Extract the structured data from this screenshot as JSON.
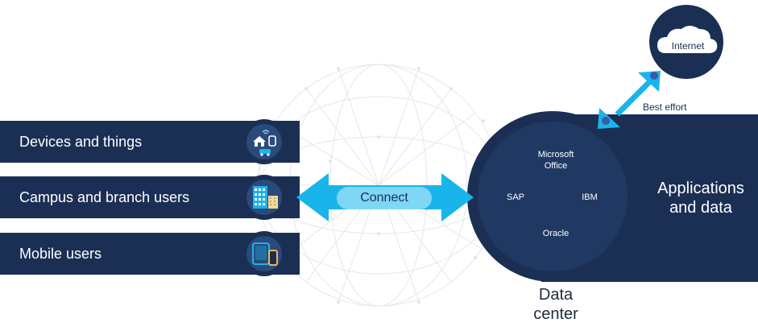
{
  "left_bands": [
    {
      "label": "Devices and things",
      "icon": "home-car-watch-icon"
    },
    {
      "label": "Campus and branch users",
      "icon": "office-buildings-icon"
    },
    {
      "label": "Mobile users",
      "icon": "tablet-phone-icon"
    }
  ],
  "connector": {
    "label": "Connect"
  },
  "data_center": {
    "title": "Data\ncenter",
    "apps": {
      "microsoft": "Microsoft\nOffice",
      "sap": "SAP",
      "ibm": "IBM",
      "oracle": "Oracle"
    }
  },
  "applications": {
    "title": "Applications\nand data"
  },
  "internet": {
    "label": "Internet",
    "link_label": "Best effort"
  },
  "colors": {
    "navy": "#1b2f55",
    "accent": "#19b5ea",
    "light_accent": "#7fd7f6",
    "background": "#ffffff"
  }
}
